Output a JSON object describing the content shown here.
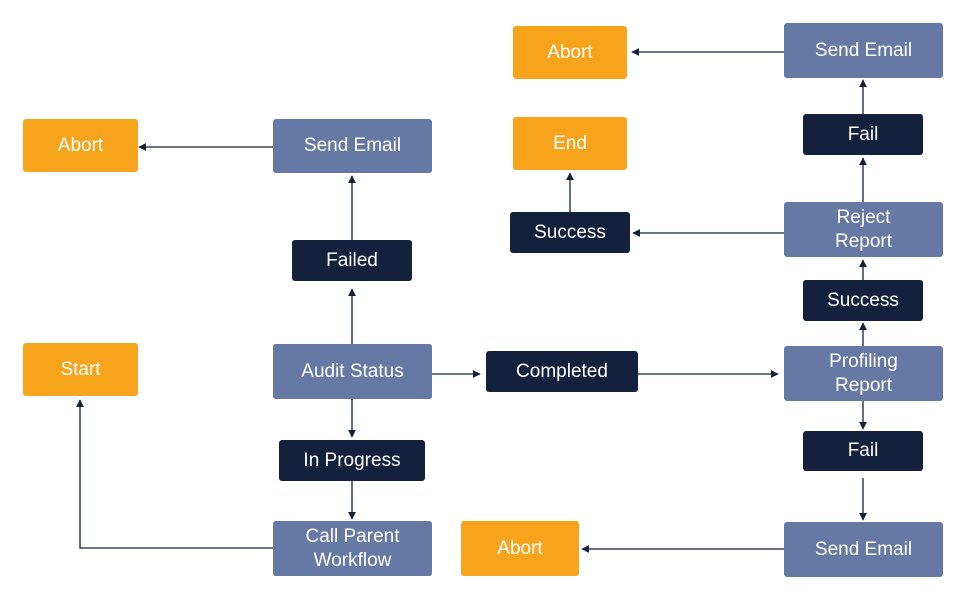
{
  "colors": {
    "terminal": "#f7a31c",
    "process": "#6679a4",
    "status": "#14213d",
    "arrow": "#14213d"
  },
  "nodes": {
    "start": "Start",
    "audit_status": "Audit Status",
    "failed": "Failed",
    "send_email_left": "Send Email",
    "abort_left": "Abort",
    "in_progress": "In Progress",
    "call_parent_workflow": "Call Parent Workflow",
    "completed": "Completed",
    "profiling_report": "Profiling Report",
    "fail_lower": "Fail",
    "send_email_bottom": "Send Email",
    "abort_bottom": "Abort",
    "success_mid": "Success",
    "reject_report": "Reject Report",
    "success_top": "Success",
    "end": "End",
    "fail_upper": "Fail",
    "send_email_top": "Send Email",
    "abort_top": "Abort"
  }
}
